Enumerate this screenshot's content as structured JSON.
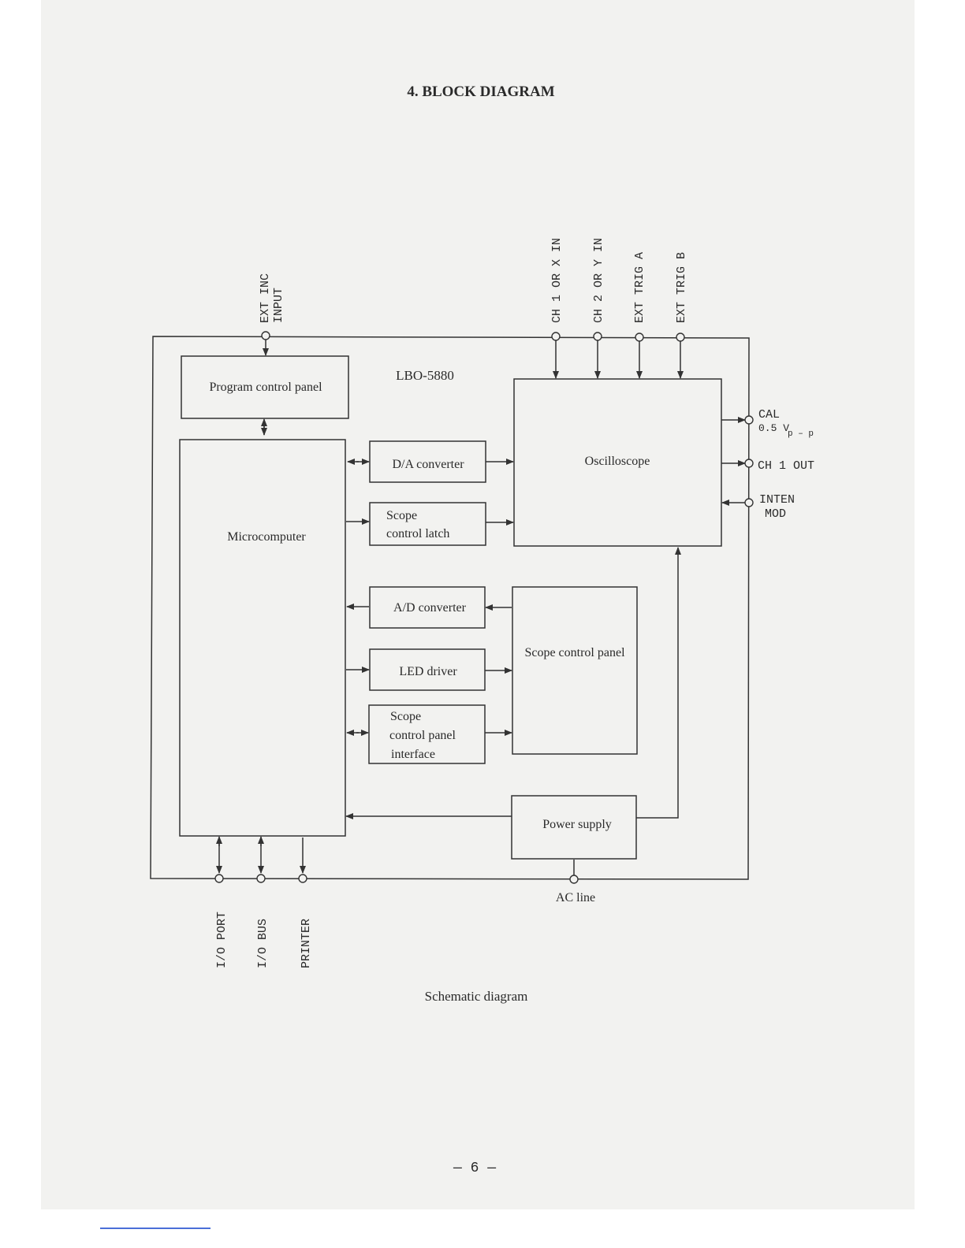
{
  "heading": "4.  BLOCK DIAGRAM",
  "model": "LBO-5880",
  "blocks": {
    "program_panel": "Program control panel",
    "microcomputer": "Microcomputer",
    "da_converter": "D/A converter",
    "scope_latch_1": "Scope",
    "scope_latch_2": "control latch",
    "oscilloscope": "Oscilloscope",
    "ad_converter": "A/D converter",
    "scope_panel": "Scope control panel",
    "led_driver": "LED driver",
    "scp_if_1": "Scope",
    "scp_if_2": "control panel",
    "scp_if_3": "interface",
    "power_supply": "Power supply"
  },
  "terminals": {
    "ext_inc_1": "EXT INC",
    "ext_inc_2": "INPUT",
    "ch1_in": "CH 1 OR X IN",
    "ch2_in": "CH 2 OR Y IN",
    "ext_trig_a": "EXT TRIG A",
    "ext_trig_b": "EXT TRIG B",
    "cal_1": "CAL",
    "cal_2": "0.5 V",
    "cal_sub": "p – p",
    "ch1_out": "CH 1  OUT",
    "inten_1": "INTEN",
    "inten_2": "MOD",
    "io_port": "I/O PORT",
    "io_bus": "I/O BUS",
    "printer": "PRINTER",
    "ac_line": "AC line"
  },
  "caption": "Schematic diagram",
  "page_number": "— 6 —"
}
